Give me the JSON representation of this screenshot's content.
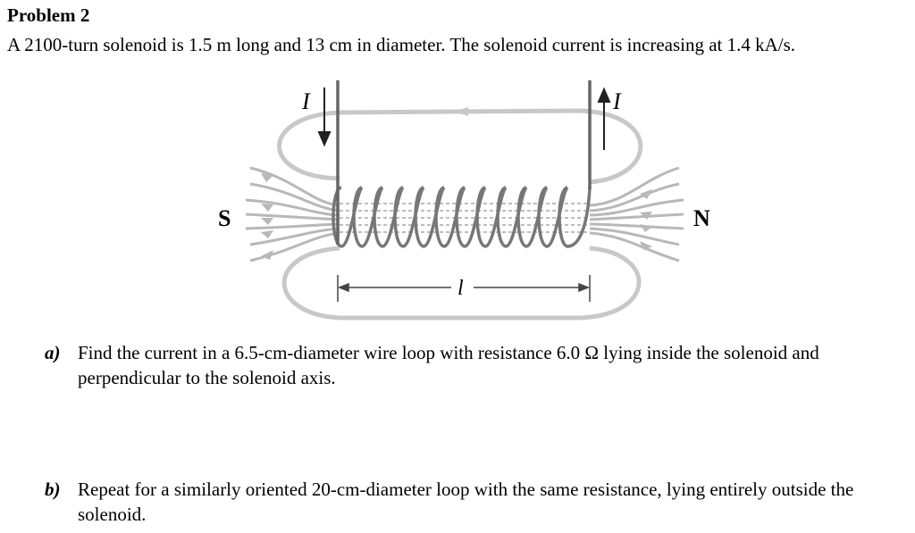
{
  "problem": {
    "title": "Problem 2",
    "intro": "A 2100-turn solenoid is 1.5 m long and 13 cm in diameter. The solenoid current is increasing at 1.4 kA/s."
  },
  "figure": {
    "label_S": "S",
    "label_N": "N",
    "label_I_left": "I",
    "label_I_right": "I",
    "label_length": "l"
  },
  "parts": [
    {
      "label": "a)",
      "text": "Find the current in a 6.5-cm-diameter wire loop with resistance 6.0 Ω lying inside the solenoid and perpendicular to the solenoid axis."
    },
    {
      "label": "b)",
      "text": "Repeat for a similarly oriented 20-cm-diameter loop with the same resistance, lying entirely outside the solenoid."
    }
  ]
}
